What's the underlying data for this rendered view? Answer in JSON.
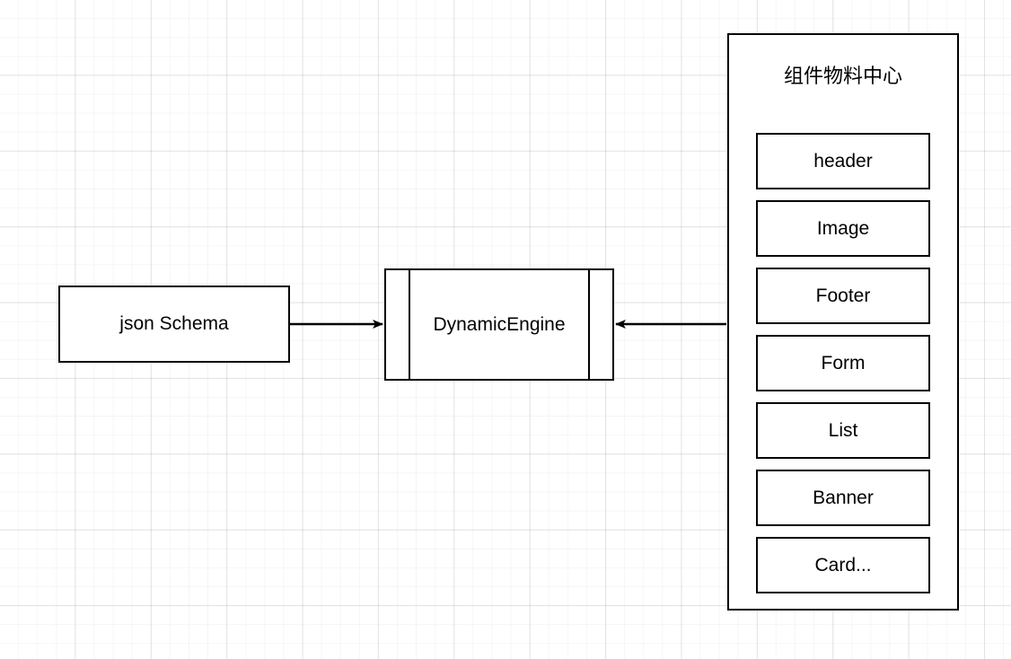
{
  "diagram": {
    "type": "flow-diagram",
    "background": "grid",
    "colors": {
      "stroke": "#000000",
      "fill": "#ffffff",
      "grid_minor": "rgba(0,0,0,0.035)",
      "grid_major": "rgba(0,0,0,0.085)"
    },
    "nodes": {
      "json_schema": {
        "label": "json Schema",
        "shape": "rectangle"
      },
      "dynamic_engine": {
        "label": "DynamicEngine",
        "shape": "process"
      },
      "material_center": {
        "title": "组件物料中心",
        "shape": "container",
        "items": [
          {
            "label": "header"
          },
          {
            "label": "Image"
          },
          {
            "label": "Footer"
          },
          {
            "label": "Form"
          },
          {
            "label": "List"
          },
          {
            "label": "Banner"
          },
          {
            "label": "Card..."
          }
        ]
      }
    },
    "edges": [
      {
        "id": "schema-to-engine",
        "from": "json_schema",
        "to": "dynamic_engine",
        "direction": "right",
        "arrowhead": "filled-triangle"
      },
      {
        "id": "material-to-engine",
        "from": "material_center",
        "to": "dynamic_engine",
        "direction": "left",
        "arrowhead": "filled-triangle"
      }
    ]
  }
}
